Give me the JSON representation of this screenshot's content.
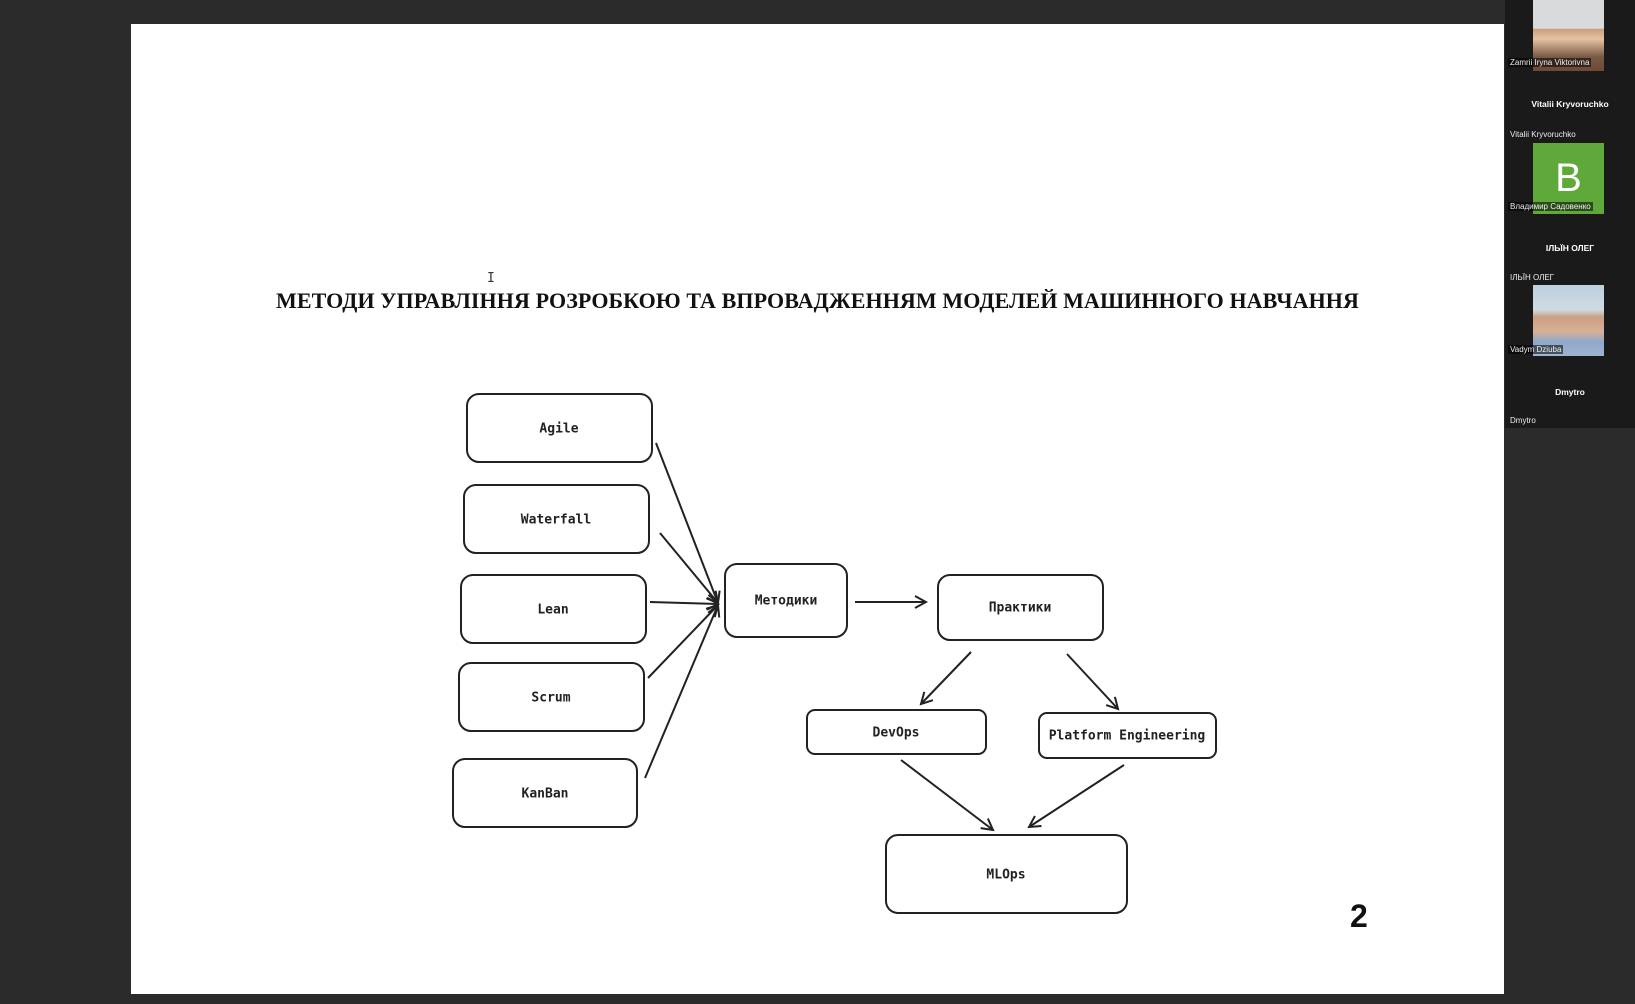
{
  "slide": {
    "title": "МЕТОДИ УПРАВЛІННЯ РОЗРОБКОЮ ТА ВПРОВАДЖЕННЯМ МОДЕЛЕЙ МАШИННОГО НАВЧАННЯ",
    "page_number": "2",
    "cursor": "I",
    "diagram": {
      "methods": [
        "Agile",
        "Waterfall",
        "Lean",
        "Scrum",
        "KanBan"
      ],
      "hub": "Методики",
      "practices": "Практики",
      "devops": "DevOps",
      "platform": "Platform Engineering",
      "mlops": "MLOps"
    }
  },
  "participants": [
    {
      "name": "Zamrii Iryna Viktorivna",
      "type": "video"
    },
    {
      "name": "Vitalii Kryvoruchko",
      "display": "Vitalii Kryvoruchko",
      "type": "name"
    },
    {
      "name": "Владимир Садовенко",
      "initial": "В",
      "type": "avatar",
      "color": "#5fa83a"
    },
    {
      "name": "ІЛЬЇН ОЛЕГ",
      "display": "ІЛЬЇН ОЛЕГ",
      "type": "name"
    },
    {
      "name": "Vadym Dziuba",
      "type": "video"
    },
    {
      "name": "Dmytro",
      "display": "Dmytro",
      "type": "name"
    }
  ]
}
